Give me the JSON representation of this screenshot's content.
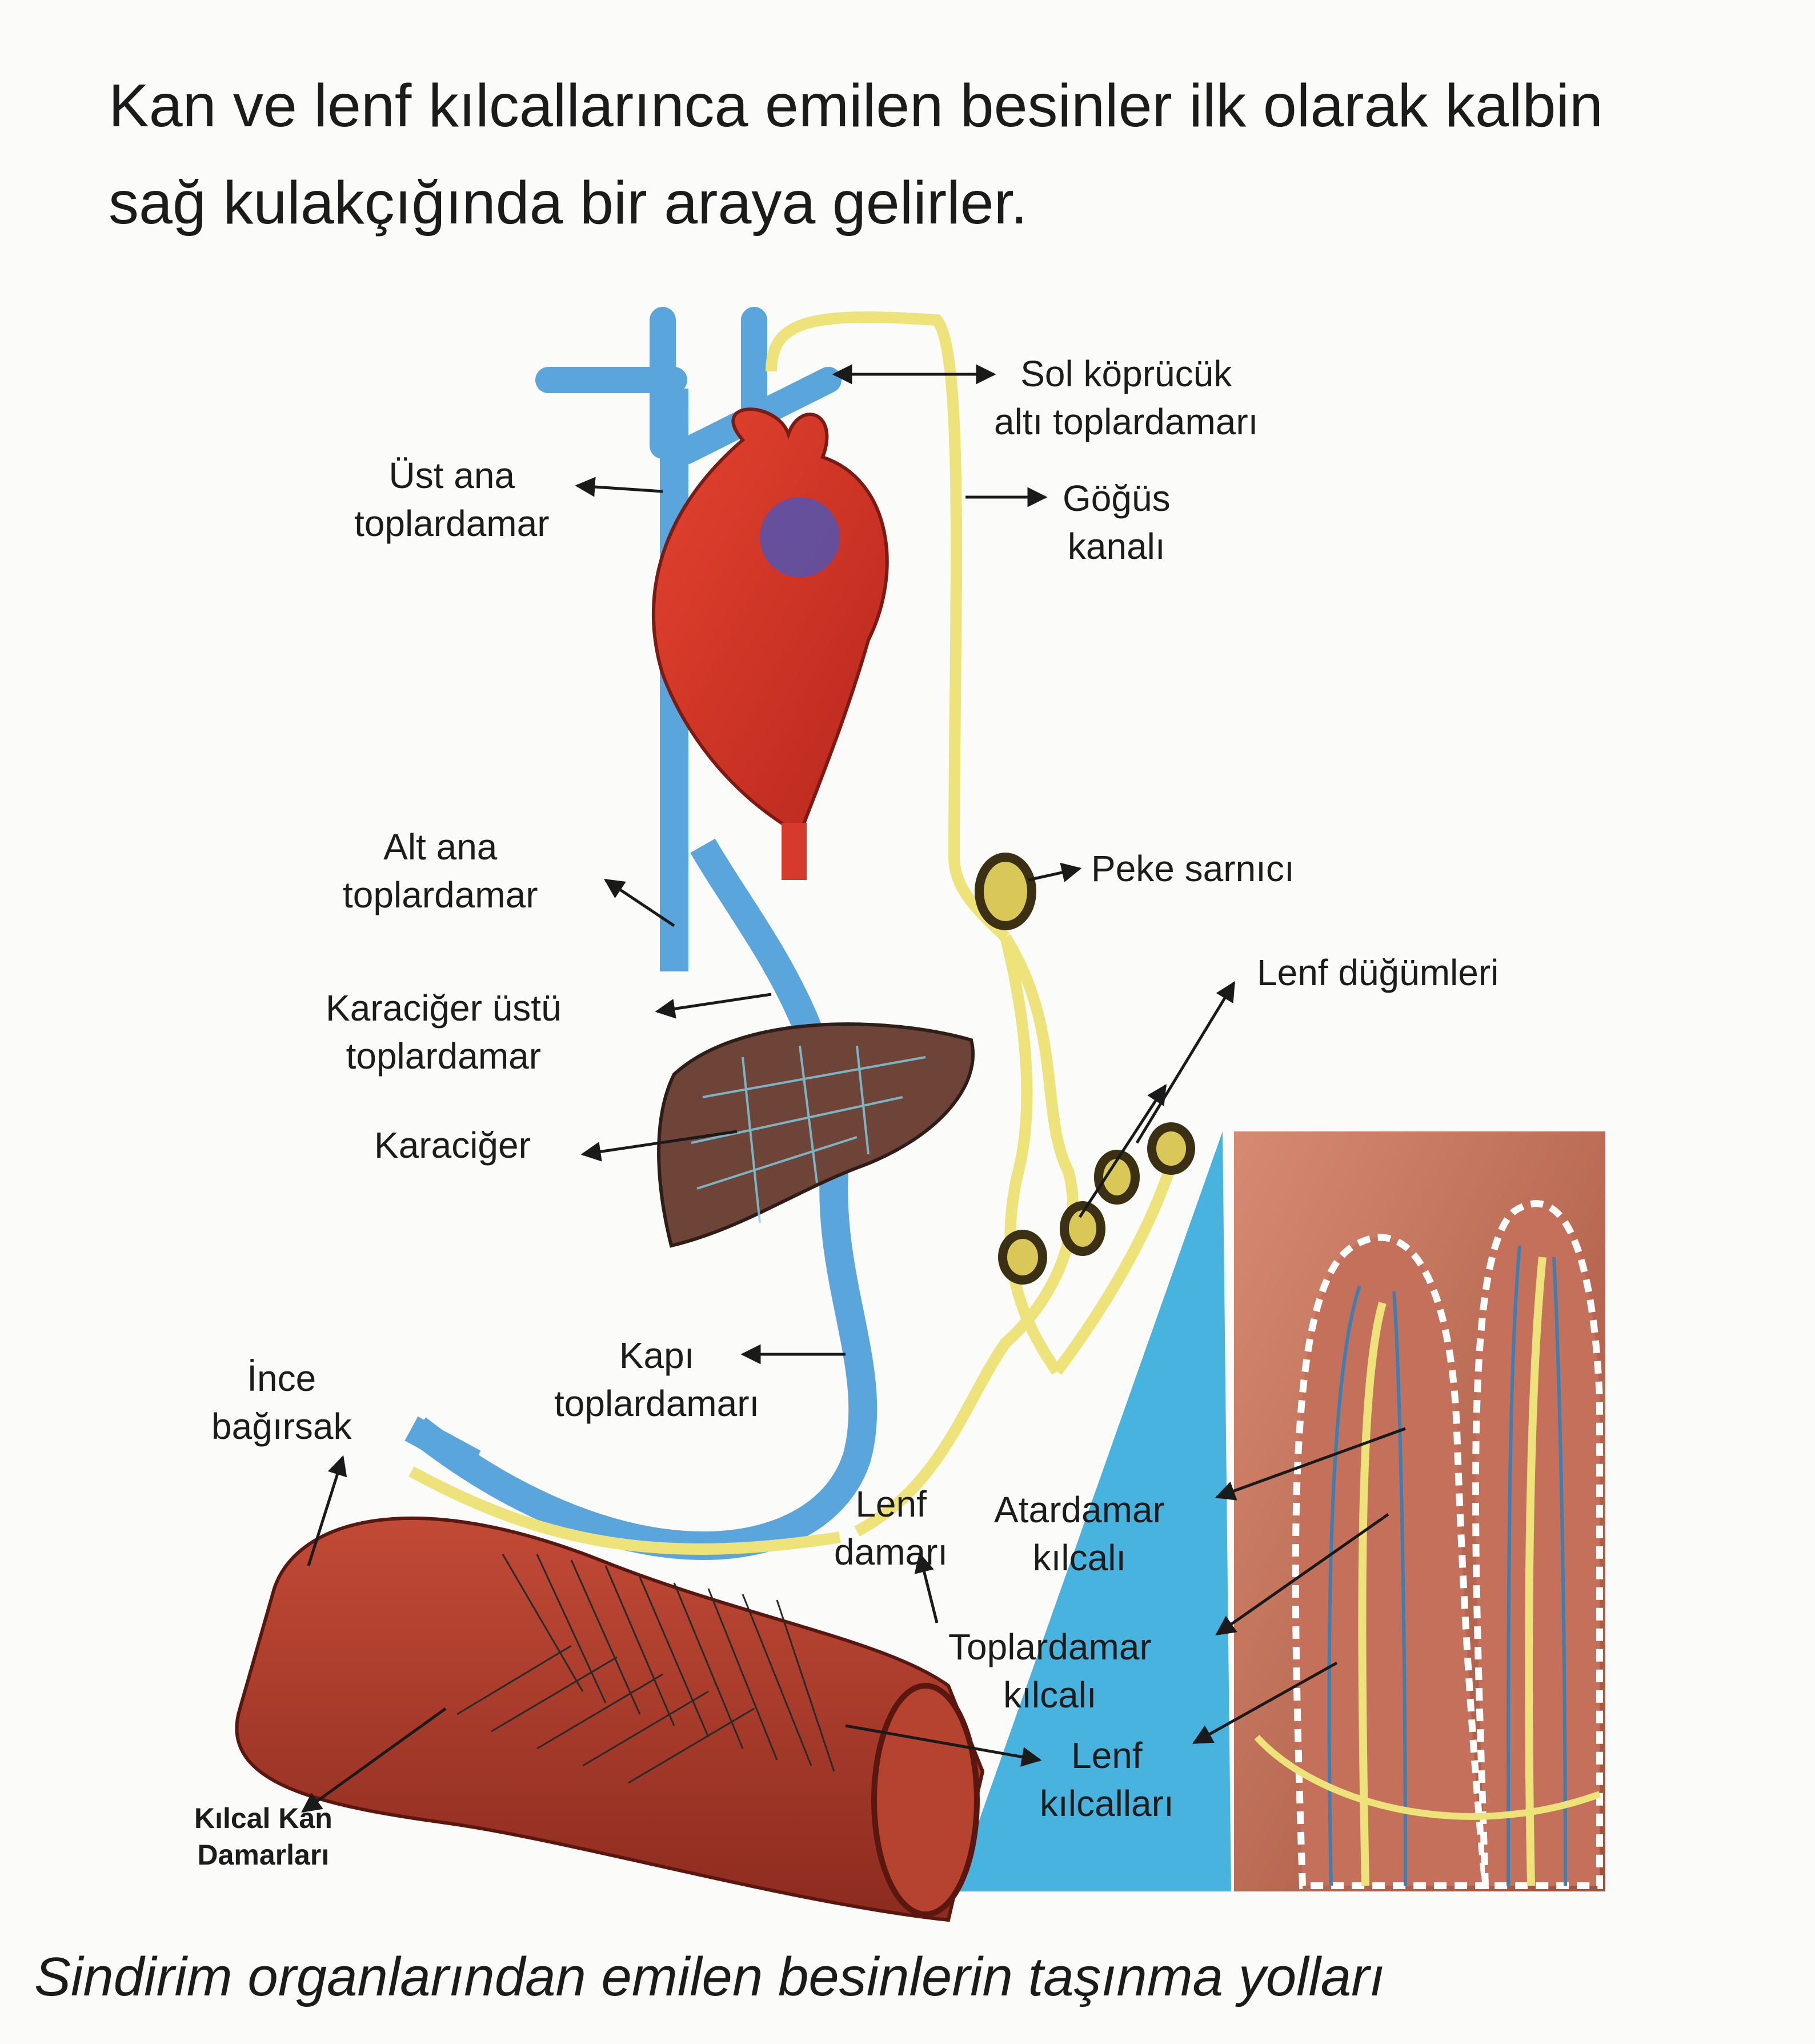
{
  "heading": {
    "line1": "Kan ve lenf kılcallarınca emilen besinler ilk olarak kalbin",
    "line2": "sağ kulakçığında bir araya gelirler."
  },
  "labels": {
    "sol_kopurcuk": [
      "Sol köprücük",
      "altı toplardamarı"
    ],
    "gogus_kanali": [
      "Göğüs",
      "kanalı"
    ],
    "ust_ana": [
      "Üst ana",
      "toplardamar"
    ],
    "alt_ana": [
      "Alt ana",
      "toplardamar"
    ],
    "peke": "Peke sarnıcı",
    "lenf_dugumleri": "Lenf düğümleri",
    "karaciger_ustu": [
      "Karaciğer üstü",
      "toplardamar"
    ],
    "karaciger": "Karaciğer",
    "kapi": [
      "Kapı",
      "toplardamarı"
    ],
    "ince_bagirsak": [
      "İnce",
      "bağırsak"
    ],
    "lenf_damari": [
      "Lenf",
      "damarı"
    ],
    "atardamar": [
      "Atardamar",
      "kılcalı"
    ],
    "toplardamar_kilcali": [
      "Toplardamar",
      "kılcalı"
    ],
    "lenf_kilcallari": [
      "Lenf",
      "kılcalları"
    ],
    "kilcal_kan": [
      "Kılcal Kan",
      "Damarları"
    ]
  },
  "caption": "Sindirim organlarından emilen besinlerin taşınma yolları",
  "colors": {
    "vein": "#5aa6dc",
    "lymph": "#ede37a",
    "heart": "#d63a2c",
    "liver": "#6e4438",
    "intestine": "#a83c2a",
    "panel_bg": "#49b3e0"
  }
}
